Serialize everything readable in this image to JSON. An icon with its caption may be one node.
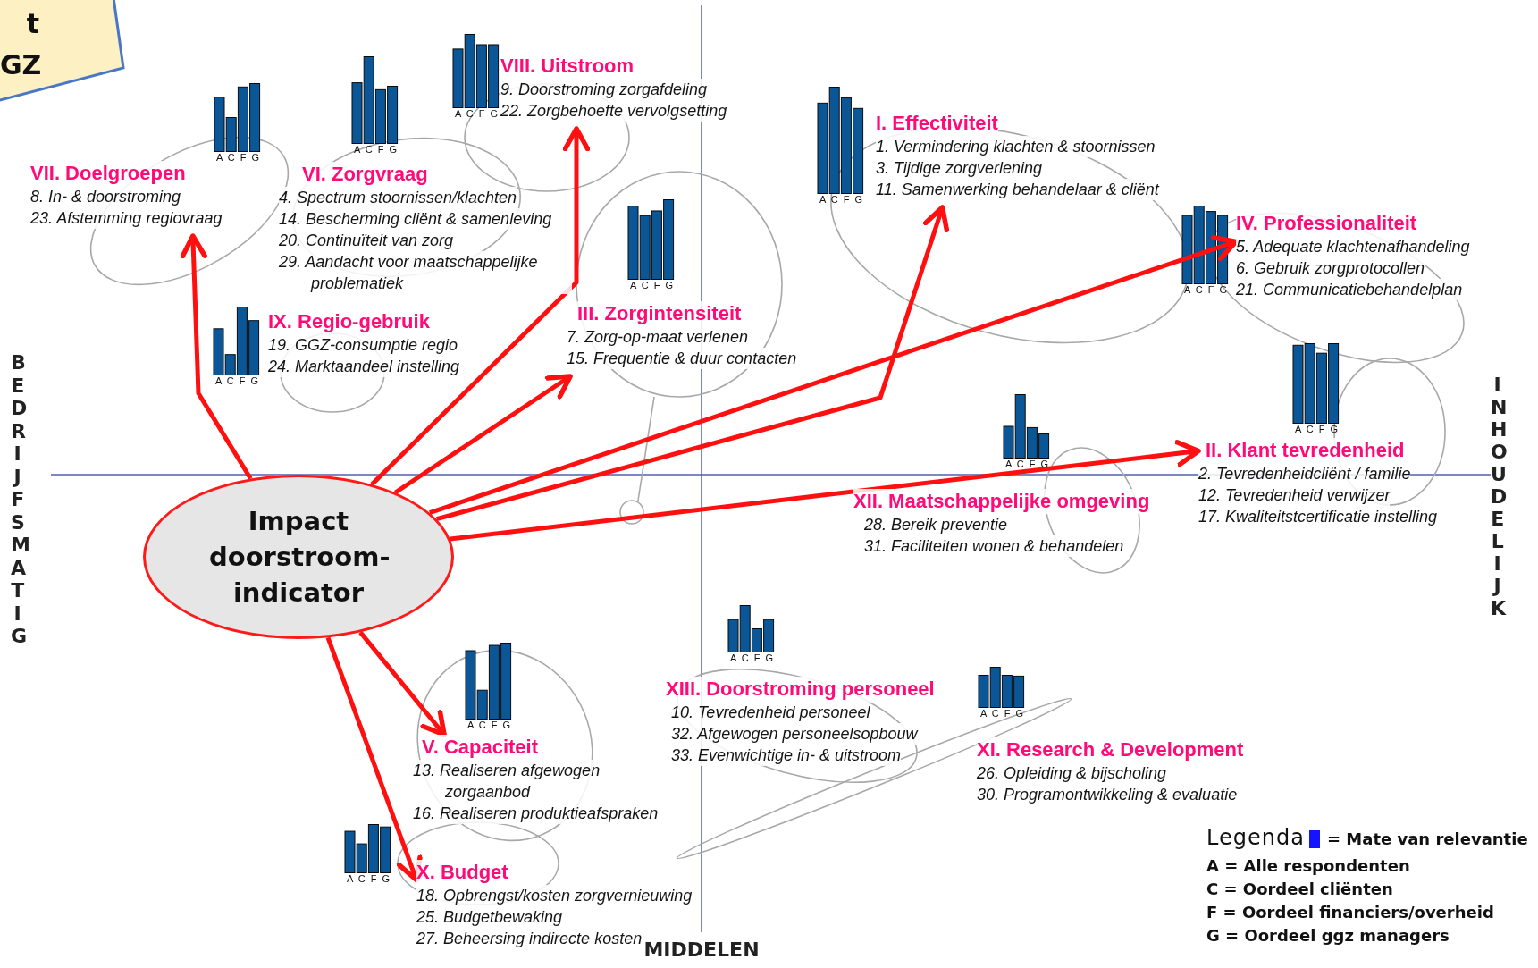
{
  "diagram": {
    "nodes": [
      {
        "text": [
          "t GZ"
        ]
      },
      {
        "text": [
          "VII. Doelgroepen",
          "8. In- & doorstroming",
          "23. Afstemming regiovraag"
        ],
        "beside": [
          "A C F G"
        ]
      },
      {
        "text": [
          "VI. Zorgvraag",
          "4. Spectrum stoornissen/klachten",
          "14. Bescherming cliënt & samenleving",
          "20. Continuïteit van zorg",
          "29. Aandacht voor maatschappelijke problematiek"
        ],
        "beside": [
          "A C F G"
        ]
      },
      {
        "text": [
          "VIII. Uitstroom",
          "9. Doorstroming zorgafdeling",
          "22. Zorgbehoefte vervolgsetting"
        ],
        "beside": [
          "A C F G"
        ]
      },
      {
        "text": [
          "I. Effectiviteit",
          "1. Vermindering klachten & stoornissen",
          "3. Tijdige zorgverlening",
          "11. Samenwerking behandelaar & cliënt"
        ],
        "beside": [
          "A C F G"
        ]
      },
      {
        "text": [
          "IV. Professionaliteit",
          "5. Adequate klachtenafhandeling",
          "6. Gebruik zorgprotocollen",
          "21. Communicatiebehandelplan"
        ],
        "beside": [
          "A C F G"
        ]
      },
      {
        "text": [
          "III. Zorgintensiteit",
          "7. Zorg-op-maat verlenen",
          "15. Frequentie & duur contacten"
        ],
        "beside": [
          "A C F G"
        ]
      },
      {
        "text": [
          "IX. Regio-gebruik",
          "19. GGZ-consumptie regio",
          "24. Marktaandeel instelling"
        ],
        "beside": [
          "A C F G"
        ]
      },
      {
        "text": [
          "II. Klant tevredenheid",
          "2. Tevredenheidcliënt / familie",
          "12. Tevredenheid verwijzer",
          "17. Kwaliteitstcertificatie instelling"
        ],
        "beside": [
          "A C F G"
        ]
      },
      {
        "text": [
          "XII. Maatschappelijke omgeving",
          "28. Bereik preventie",
          "31. Faciliteiten wonen & behandelen"
        ],
        "beside": [
          "A C F G"
        ]
      },
      {
        "text": [
          "Impact doorstroom-indicator"
        ]
      },
      {
        "text": [
          "XIII. Doorstroming personeel",
          "10. Tevredenheid personeel",
          "32. Afgewogen personeelsopbouw",
          "33. Evenwichtige in- & uitstroom"
        ],
        "beside": [
          "A C F G"
        ]
      },
      {
        "text": [
          "V. Capaciteit",
          "13. Realiseren afgewogen zorgaanbod",
          "16. Realiseren produktieafspraken"
        ],
        "beside": [
          "A C F G"
        ]
      },
      {
        "text": [
          "XI. Research & Development",
          "26. Opleiding & bijscholing",
          "30. Programontwikkeling & evaluatie"
        ],
        "beside": [
          "A C F G"
        ]
      },
      {
        "text": [
          "X. Budget",
          "18. Opbrengst/kosten zorgvernieuwing",
          "25. Budgetbewaking",
          "27. Beheersing indirecte kosten"
        ],
        "beside": [
          "A C F G"
        ]
      }
    ],
    "edges": [
      {
        "from": 10,
        "to": 1,
        "arrow": "to"
      },
      {
        "from": 10,
        "to": 3,
        "arrow": "to"
      },
      {
        "from": 10,
        "to": 6,
        "arrow": "to"
      },
      {
        "from": 10,
        "to": 4,
        "arrow": "to"
      },
      {
        "from": 10,
        "to": 5,
        "arrow": "to"
      },
      {
        "from": 10,
        "to": 8,
        "arrow": "to"
      },
      {
        "from": 10,
        "to": 12,
        "arrow": "to"
      },
      {
        "from": 10,
        "to": 14,
        "arrow": "to"
      }
    ],
    "labels": [
      "BEDRIJFSMATIG",
      "INHOUDELIJK",
      "MIDDELEN",
      "Legenda",
      "A = Alle respondenten",
      "C = Oordeel cliënten",
      "F = Oordeel financiers/overheid",
      "G = Oordeel ggz managers"
    ],
    "legend": [
      {
        "text": "= Mate van relevantie",
        "color": "#1414ff"
      }
    ]
  }
}
